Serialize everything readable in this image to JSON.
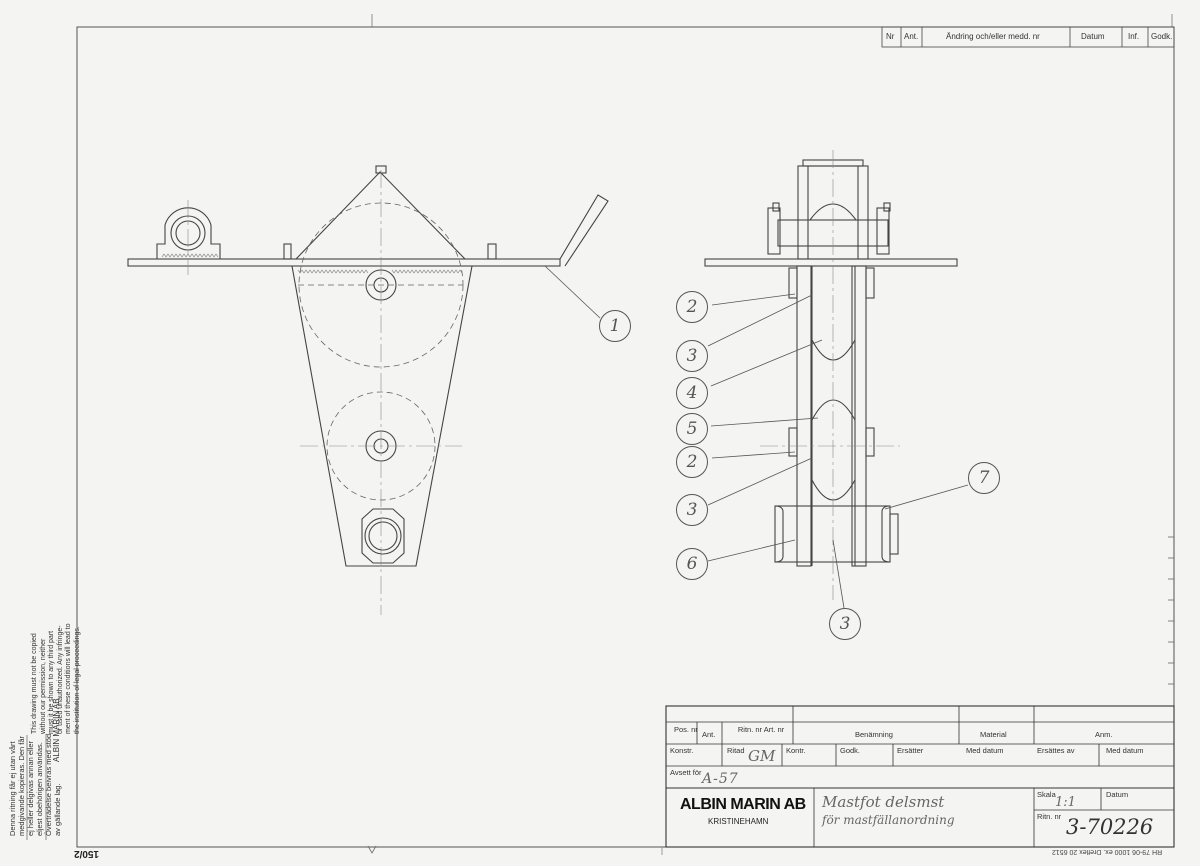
{
  "revision_table": {
    "headers": [
      "Nr",
      "Ant.",
      "Ändring och/eller medd. nr",
      "Datum",
      "Inf.",
      "Godk."
    ]
  },
  "parts_list": {
    "headers": [
      "Pos. nr",
      "Ant.",
      "Ritn. nr Art. nr",
      "Benämning",
      "Material",
      "Anm."
    ]
  },
  "title_block": {
    "konstr_label": "Konstr.",
    "ritad_label": "Ritad",
    "ritad_value": "GM",
    "kontr_label": "Kontr.",
    "godk_label": "Godk.",
    "ersatter_label": "Ersätter",
    "med_datum_label": "Med datum",
    "ersattes_av_label": "Ersättes av",
    "med_datum2_label": "Med datum",
    "avsett_for_label": "Avsett för",
    "avsett_for_value": "A-57",
    "company": "ALBIN MARIN AB",
    "city": "KRISTINEHAMN",
    "title_line1": "Mastfot delsmst",
    "title_line2": "för mastfällanordning",
    "skala_label": "Skala",
    "skala_value": "1:1",
    "datum_label": "Datum",
    "ritn_nr_label": "Ritn. nr",
    "drawing_number": "3-70226"
  },
  "balloons": {
    "b1": "1",
    "b2a": "2",
    "b3a": "3",
    "b4": "4",
    "b5": "5",
    "b2b": "2",
    "b3b": "3",
    "b6": "6",
    "b7": "7",
    "b3c": "3"
  },
  "side_text": {
    "swedish": [
      "Denna ritning får ej utan vårt",
      "medgivande kopieras. Den får",
      "ej heller delgivas annan eller",
      "eljest obehörigen användas.",
      "Överträdelse beivras med stöd",
      "av gällande lag."
    ],
    "english": [
      "This drawing must not be copied",
      "without our permission, neither",
      "must it be shown to any third part",
      "or used unauthorized. Any infringe-",
      "ment of these conditions will lead to",
      "the institution of legal proceedings."
    ],
    "company": "ALBIN MARIN AB"
  },
  "corner_code": "150/2",
  "print_info": "RH 79-06 1000 ex. Dreflex 20 6512"
}
